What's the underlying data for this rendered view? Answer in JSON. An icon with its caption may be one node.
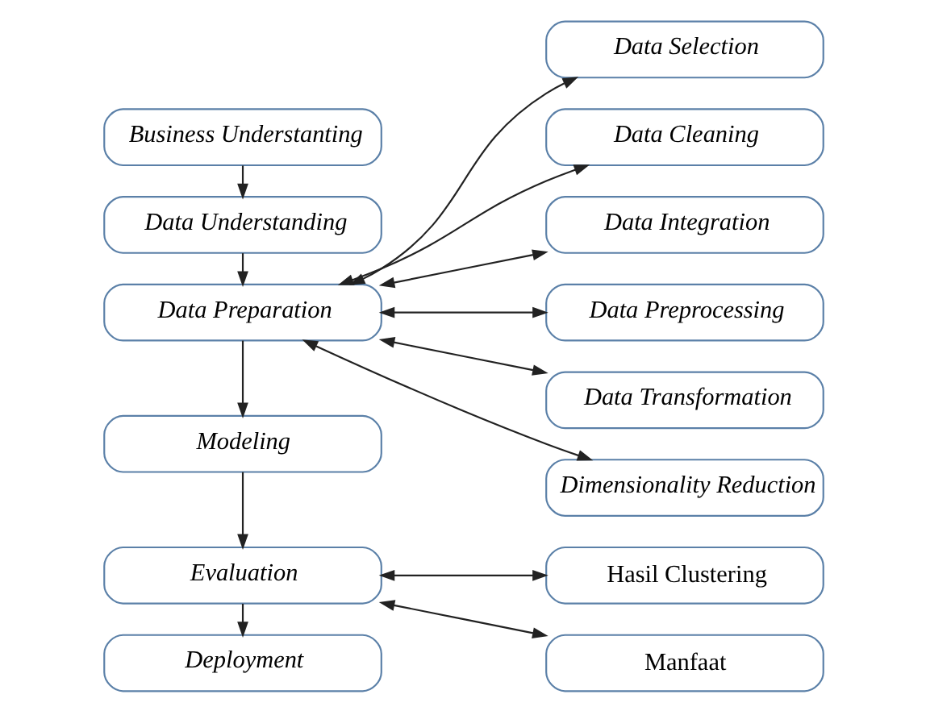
{
  "diagram": {
    "nodes": [
      {
        "text": [
          "Business Understanting"
        ]
      },
      {
        "text": [
          "Data Understanding"
        ]
      },
      {
        "text": [
          "Data Preparation"
        ]
      },
      {
        "text": [
          "Modeling"
        ]
      },
      {
        "text": [
          "Evaluation"
        ]
      },
      {
        "text": [
          "Deployment"
        ]
      },
      {
        "text": [
          "Data Selection"
        ]
      },
      {
        "text": [
          "Data Cleaning"
        ]
      },
      {
        "text": [
          "Data Integration"
        ]
      },
      {
        "text": [
          "Data Preprocessing"
        ]
      },
      {
        "text": [
          "Data Transformation"
        ]
      },
      {
        "text": [
          "Dimensionality Reduction"
        ]
      },
      {
        "text": [
          "Hasil Clustering"
        ]
      },
      {
        "text": [
          "Manfaat"
        ]
      }
    ],
    "edges": [
      {
        "from": 0,
        "to": 1,
        "arrow": "to"
      },
      {
        "from": 1,
        "to": 2,
        "arrow": "to"
      },
      {
        "from": 2,
        "to": 3,
        "arrow": "to"
      },
      {
        "from": 3,
        "to": 4,
        "arrow": "to"
      },
      {
        "from": 4,
        "to": 5,
        "arrow": "to"
      },
      {
        "from": 2,
        "to": 6,
        "arrow": "both"
      },
      {
        "from": 2,
        "to": 7,
        "arrow": "both"
      },
      {
        "from": 2,
        "to": 8,
        "arrow": "both"
      },
      {
        "from": 2,
        "to": 9,
        "arrow": "both"
      },
      {
        "from": 2,
        "to": 10,
        "arrow": "both"
      },
      {
        "from": 2,
        "to": 11,
        "arrow": "both"
      },
      {
        "from": 4,
        "to": 12,
        "arrow": "both"
      },
      {
        "from": 4,
        "to": 13,
        "arrow": "both"
      }
    ]
  }
}
